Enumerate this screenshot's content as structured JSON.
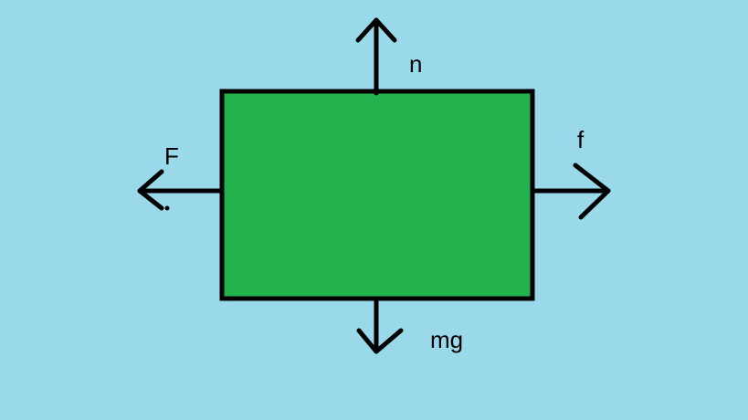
{
  "diagram": {
    "background_color": "#99d9ea",
    "body": {
      "fill_color": "#22b14c",
      "stroke_color": "#000000"
    },
    "forces": {
      "normal": {
        "label": "n",
        "direction": "up"
      },
      "applied": {
        "label": "F",
        "direction": "left"
      },
      "friction": {
        "label": "f",
        "direction": "right"
      },
      "weight": {
        "label": "mg",
        "direction": "down"
      }
    }
  }
}
